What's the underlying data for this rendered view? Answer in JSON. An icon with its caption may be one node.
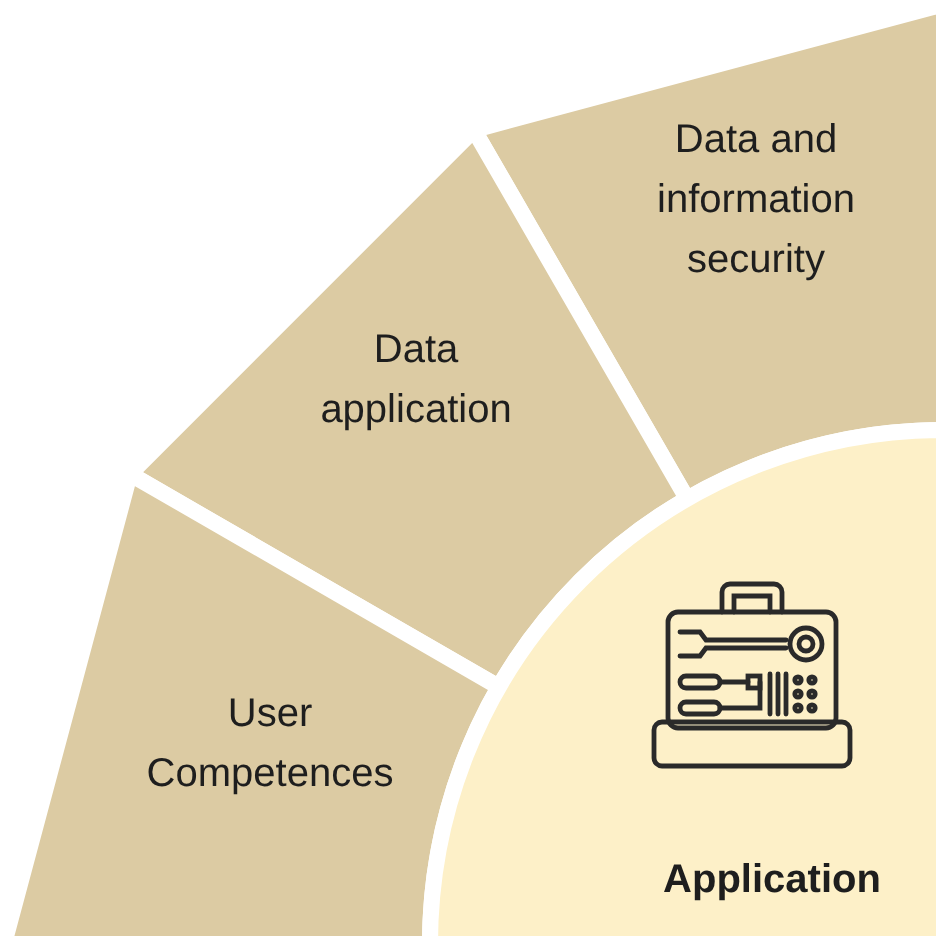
{
  "diagram": {
    "nodes": [
      {
        "text": [
          "Data and information security"
        ]
      },
      {
        "text": [
          "Data application"
        ]
      },
      {
        "text": [
          "User Competences"
        ]
      },
      {
        "text": [
          "Application"
        ]
      }
    ]
  }
}
